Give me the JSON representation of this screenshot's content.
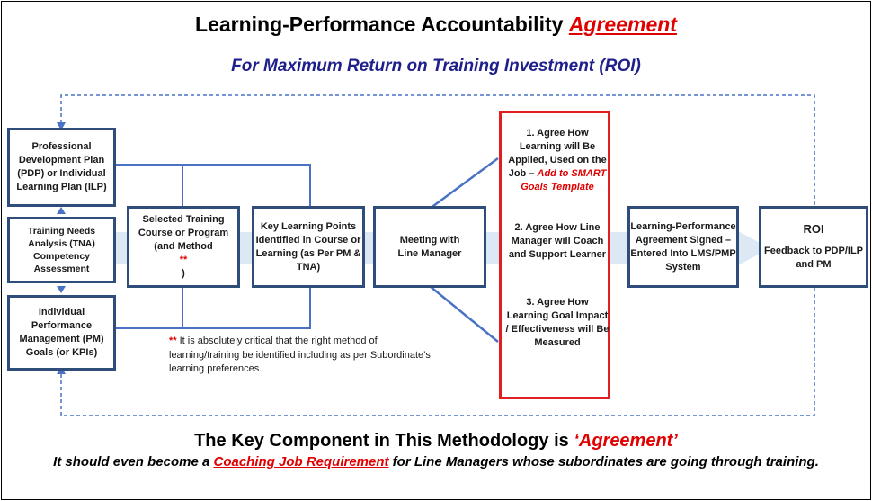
{
  "title": {
    "main": "Learning-Performance Accountability",
    "emph": "Agreement"
  },
  "subtitle": "For Maximum Return on Training Investment (ROI)",
  "left_boxes": {
    "pdp": "Professional Development Plan (PDP) or Individual Learning Plan (ILP)",
    "tna_line1": "Training Needs Analysis (TNA)",
    "tna_line2": "Competency Assessment",
    "pm": "Individual Performance Management (PM) Goals (or KPIs)"
  },
  "selected_training": {
    "text": "Selected Training Course or Program (and Method",
    "stars": "**",
    "close": ")"
  },
  "key_learning": "Key Learning Points Identified in Course or Learning (as Per PM & TNA)",
  "meeting": "Meeting with Line Manager",
  "agree": {
    "step1_prefix": "1. Agree How Learning will Be Applied, Used on the Job – ",
    "step1_emph": "Add to SMART Goals Template",
    "step2": "2. Agree How Line Manager will Coach and Support Learner",
    "step3": "3. Agree How Learning Goal Impact / Effectiveness will Be Measured"
  },
  "signed": "Learning-Performance Agreement Signed – Entered Into LMS/PMP System",
  "roi": {
    "title": "ROI",
    "body": "Feedback to PDP/ILP and PM"
  },
  "note": {
    "stars": "**",
    "text": " It is absolutely critical that the right method of learning/training be identified including as per Subordinate’s learning preferences."
  },
  "footer": {
    "line1_prefix": "The Key Component in This Methodology is ",
    "line1_emph": "‘Agreement’",
    "line2_prefix": "It should even become a ",
    "line2_emph": "Coaching Job Requirement",
    "line2_suffix": " for Line Managers whose subordinates are going through training."
  },
  "colors": {
    "box_border": "#2e4d7b",
    "accent_red": "#e00000",
    "subtitle_blue": "#1f1f8c",
    "arrow_fill": "#dde8f5",
    "connector": "#4a72c4"
  }
}
